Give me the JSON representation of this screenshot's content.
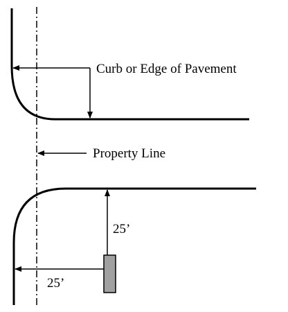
{
  "labels": {
    "curb": "Curb or Edge of Pavement",
    "property_line": "Property Line",
    "dim_vertical": "25’",
    "dim_horizontal": "25’"
  },
  "colors": {
    "ink": "#000000",
    "sign_fill": "#a0a0a0"
  }
}
